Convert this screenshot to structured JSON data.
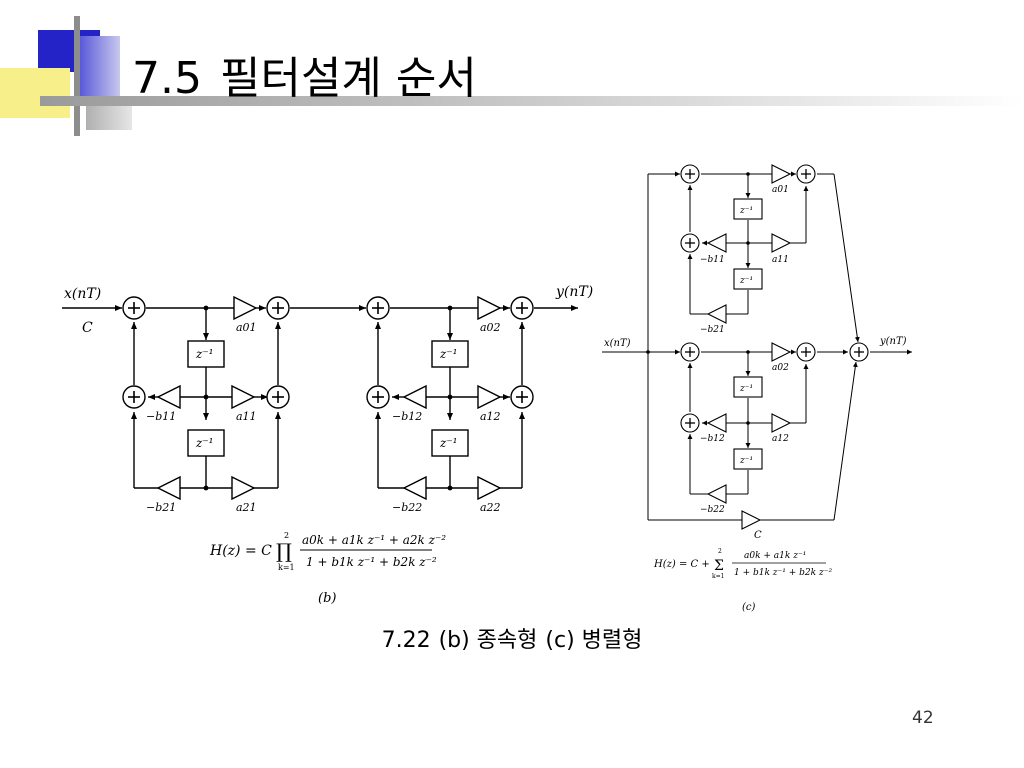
{
  "slide": {
    "title_number": "7.5",
    "title_text": "필터설계 순서",
    "caption_fig": "7.22",
    "caption_b": "(b) 종속형",
    "caption_c": "(c) 병렬형",
    "page_number": "42"
  },
  "diagram_b": {
    "input_label": "x(nT)",
    "output_label": "y(nT)",
    "gain_label": "C",
    "delay_label": "z⁻¹",
    "coef": {
      "a01": "a01",
      "a11": "a11",
      "a21": "a21",
      "b11": "−b11",
      "b21": "−b21",
      "a02": "a02",
      "a12": "a12",
      "a22": "a22",
      "b12": "−b12",
      "b22": "−b22"
    },
    "formula_lhs": "H(z) = C",
    "formula_op": "∏",
    "formula_top": "2",
    "formula_bottom": "k=1",
    "formula_num": "a0k + a1k z⁻¹ + a2k z⁻²",
    "formula_den": "1 + b1k z⁻¹ + b2k z⁻²",
    "sublabel": "(b)"
  },
  "diagram_c": {
    "input_label": "x(nT)",
    "output_label": "y(nT)",
    "gain_label": "C",
    "delay_label": "z⁻¹",
    "coef": {
      "a01": "a01",
      "a11": "a11",
      "b11": "−b11",
      "b21": "−b21",
      "a02": "a02",
      "a12": "a12",
      "b12": "−b12",
      "b22": "−b22"
    },
    "formula_lhs": "H(z) = C +",
    "formula_op": "Σ",
    "formula_top": "2",
    "formula_bottom": "k=1",
    "formula_num": "a0k + a1k z⁻¹",
    "formula_den": "1 + b1k z⁻¹ + b2k z⁻²",
    "sublabel": "(c)"
  },
  "colors": {
    "deco_blue": "#2323c8",
    "deco_yellow": "#f7f08a",
    "deco_gray": "#9a9a9a"
  }
}
